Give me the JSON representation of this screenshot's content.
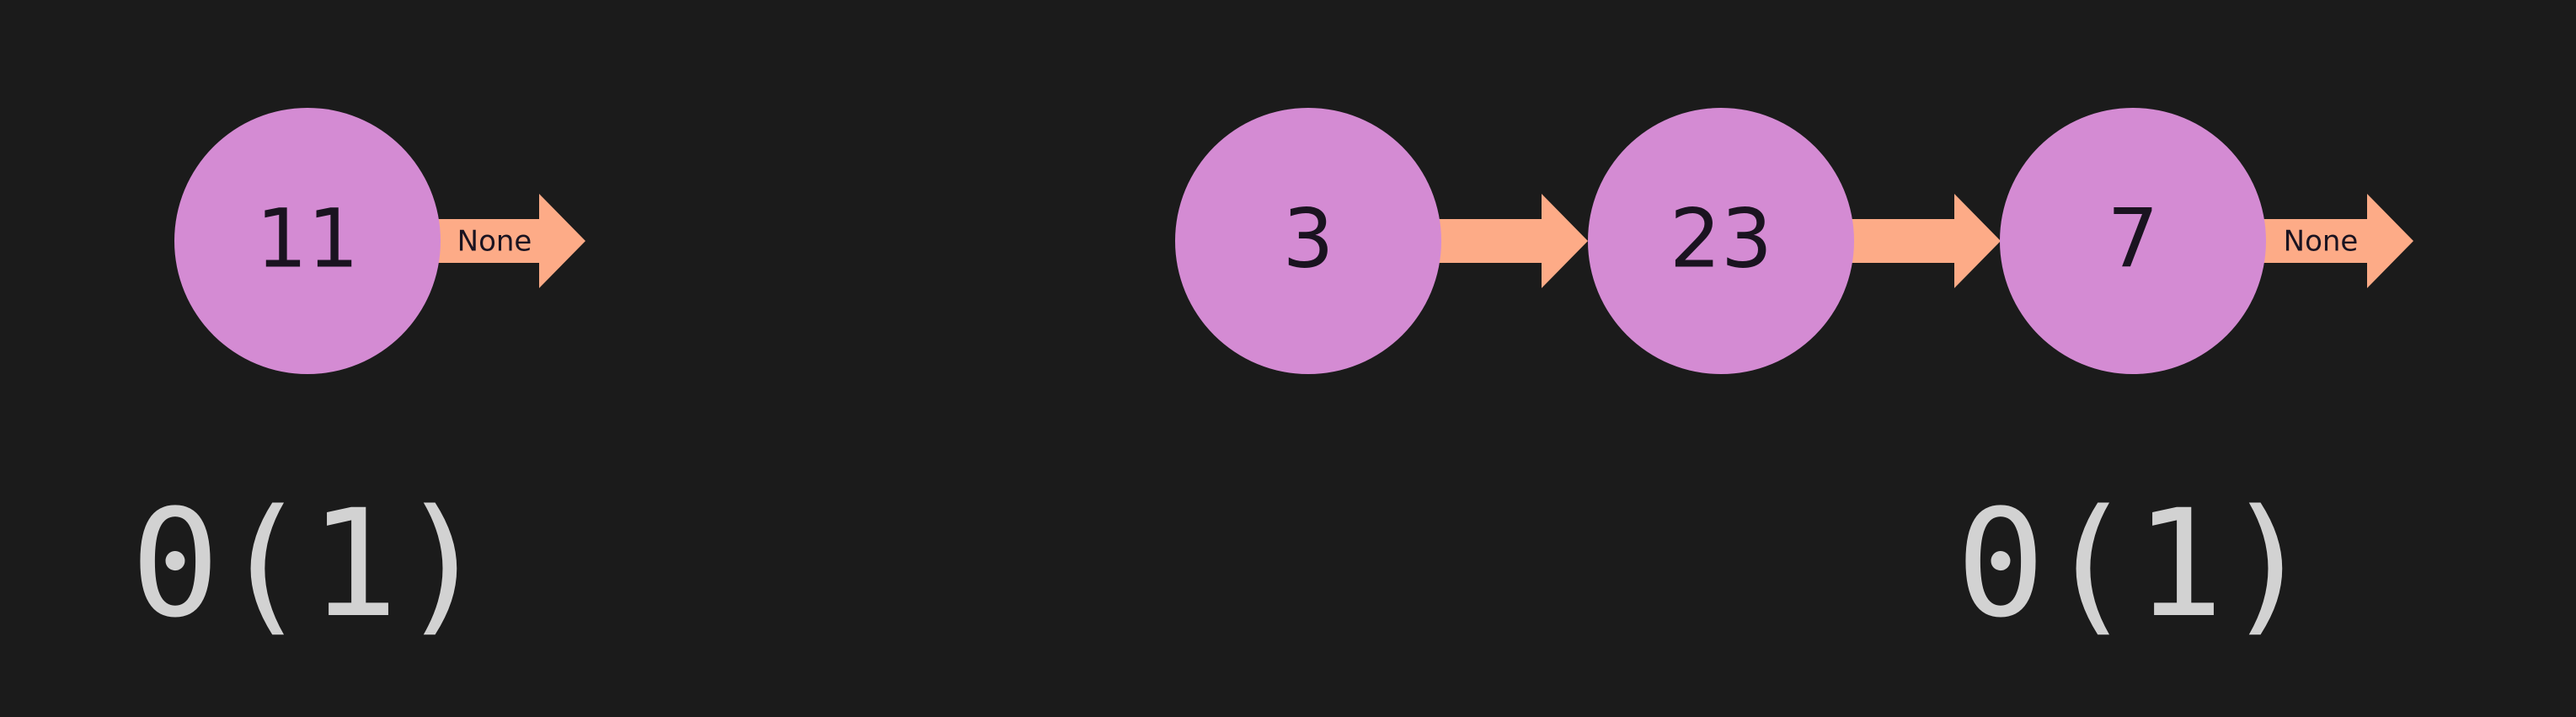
{
  "colors": {
    "background": "#1b1b1b",
    "node_fill": "#d48bd3",
    "arrow_fill": "#fdab87",
    "text_dark": "#1a1320",
    "complexity_text": "#d2d2d2"
  },
  "left_list": {
    "nodes": [
      {
        "value": "11"
      }
    ],
    "terminal_label": "None",
    "complexity": "0(1)"
  },
  "right_list": {
    "nodes": [
      {
        "value": "3"
      },
      {
        "value": "23"
      },
      {
        "value": "7"
      }
    ],
    "terminal_label": "None",
    "complexity": "0(1)"
  }
}
